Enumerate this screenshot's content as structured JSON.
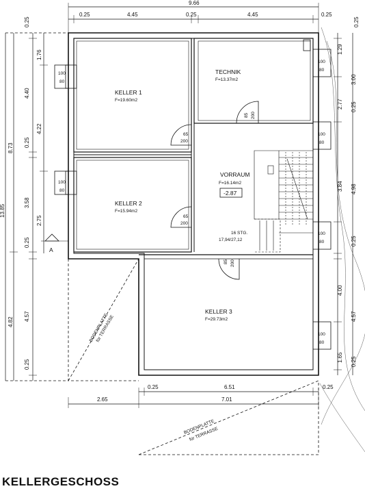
{
  "title": "KELLERGESCHOSS",
  "rooms": {
    "keller1": {
      "name": "KELLER 1",
      "area": "F=19.60m2"
    },
    "technik": {
      "name": "TECHNIK",
      "area": "F=13.37m2"
    },
    "keller2": {
      "name": "KELLER 2",
      "area": "F=15.94m2"
    },
    "vorraum": {
      "name": "VORRAUM",
      "area": "F=16.14m2",
      "level": "-2.87"
    },
    "keller3": {
      "name": "KELLER 3",
      "area": "F=29.73m2"
    }
  },
  "stairs": {
    "steps": "16 STG.",
    "ratio": "17,94/27,12"
  },
  "section_marker": "A",
  "terrace": {
    "line1": "BODENPLATTE",
    "line2": "für TERRASSE"
  },
  "windows": {
    "w": "100",
    "h": "80"
  },
  "doors": {
    "d1": {
      "w": "65",
      "h": "200"
    },
    "d2": {
      "w": "65",
      "h": "200"
    },
    "d3": {
      "w": "85",
      "h": "200"
    },
    "d4": {
      "w": "85",
      "h": "200"
    }
  },
  "dims_top": {
    "total": "9.66",
    "segments": [
      "0.25",
      "4.45",
      "0.25",
      "4.45",
      "0.25"
    ]
  },
  "dims_bottom": {
    "row1": [
      "0.25",
      "6.51",
      "0.25"
    ],
    "row2": [
      "2.65",
      "7.01"
    ]
  },
  "dims_left_outer": [
    "8.73",
    "4.82"
  ],
  "dims_left_cut": "13.85",
  "dims_left_inner": [
    "0.25",
    "4.40",
    "0.25",
    "3.58",
    "0.25",
    "4.57",
    "0.25"
  ],
  "dims_left_room": [
    "1.76",
    "4.22",
    "2.75"
  ],
  "dims_right_inner": [
    "0.25",
    "1.29",
    "3.00",
    "0.25",
    "3.84",
    "0.25",
    "4.00",
    "1.65",
    "0.25"
  ],
  "dims_right_room": [
    "2.77",
    "4.57"
  ],
  "dims_right_outer": [
    "4.98"
  ]
}
